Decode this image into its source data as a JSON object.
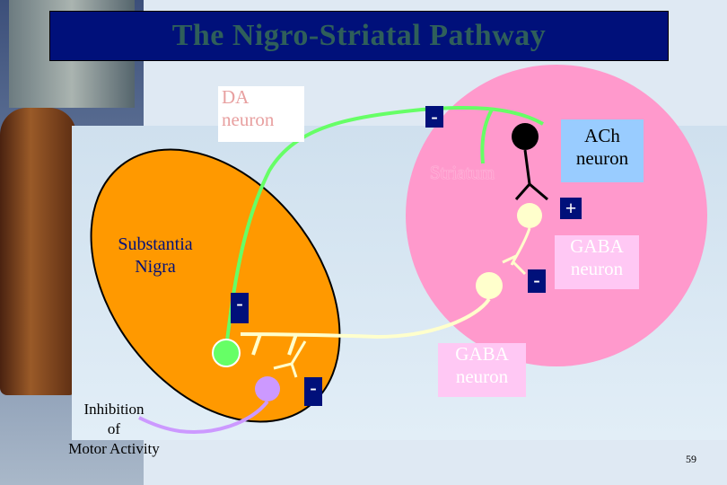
{
  "title": "The Nigro-Striatal Pathway",
  "labels": {
    "da_neuron": "DA\nneuron",
    "ach_neuron": "ACh\nneuron",
    "striatum": "Striatum",
    "gaba_neuron_striatum": "GABA\nneuron",
    "gaba_neuron_lower": "GABA\nneuron",
    "substantia_nigra": "Substantia\nNigra",
    "inhibition": "Inhibition\nof\nMotor Activity"
  },
  "signs": {
    "da_to_striatum": "-",
    "ach_to_gaba": "+",
    "striatal_gaba": "-",
    "nigra_gaba": "-",
    "output_gaba": "-"
  },
  "slide_number": "59",
  "colors": {
    "title_bar": "#00107a",
    "title_text": "#2f5f5a",
    "substantia_nigra_fill": "#ff9900",
    "striatum_fill": "#ff99cc",
    "da_pathway": "#66ff66",
    "gaba_pathway": "#ffffcc",
    "output_pathway": "#cc99ff",
    "ach_soma": "#000000"
  }
}
